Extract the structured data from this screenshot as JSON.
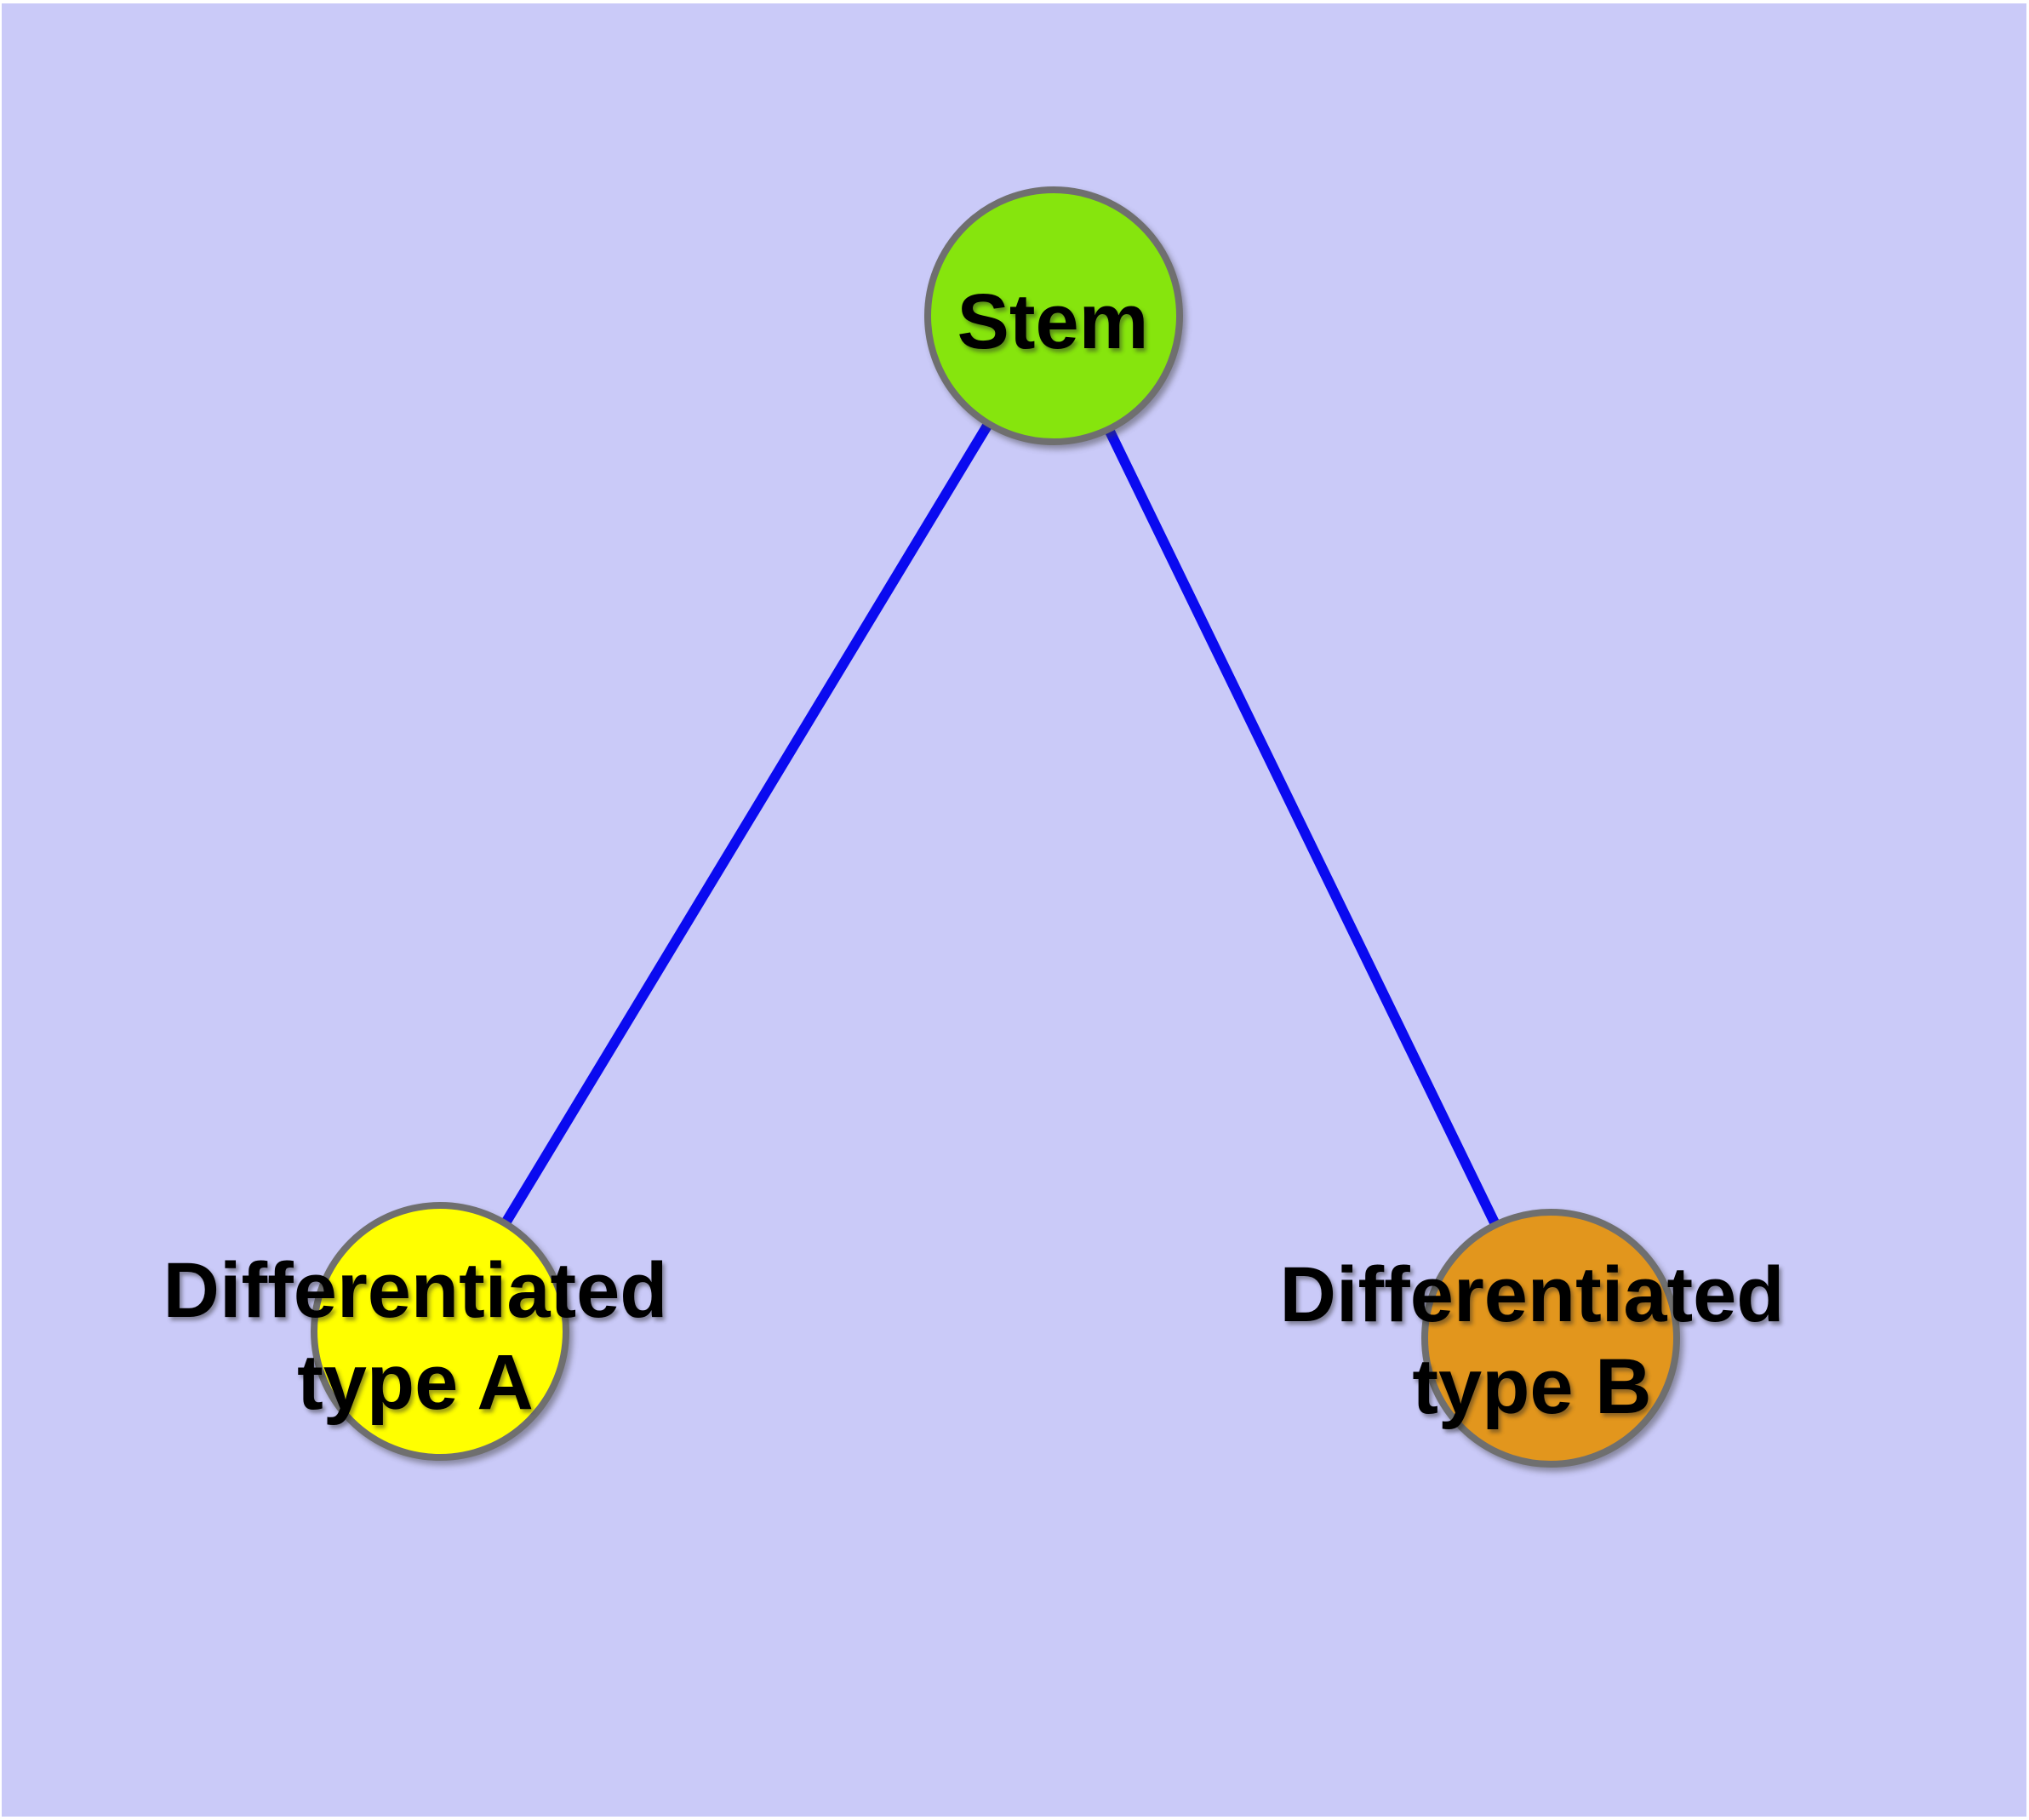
{
  "canvas": {
    "background_color": "#cacaf8",
    "margin_color": "#ffffff"
  },
  "style": {
    "node_border_color": "#6f6f6f",
    "label_color": "#000000",
    "edge_color": "#0a0af0"
  },
  "nodes": [
    {
      "id": "stem",
      "label_lines": [
        "Stem"
      ],
      "fill": "#86e50d"
    },
    {
      "id": "differentiated-type-a",
      "label_lines": [
        "Differentiated",
        "type A"
      ],
      "fill": "#ffff00"
    },
    {
      "id": "differentiated-type-b",
      "label_lines": [
        "Differentiated",
        "type B"
      ],
      "fill": "#e2961d"
    }
  ],
  "edges": [
    {
      "from": "stem",
      "to": "differentiated-type-a",
      "color": "#0a0af0"
    },
    {
      "from": "stem",
      "to": "differentiated-type-b",
      "color": "#0a0af0"
    }
  ]
}
